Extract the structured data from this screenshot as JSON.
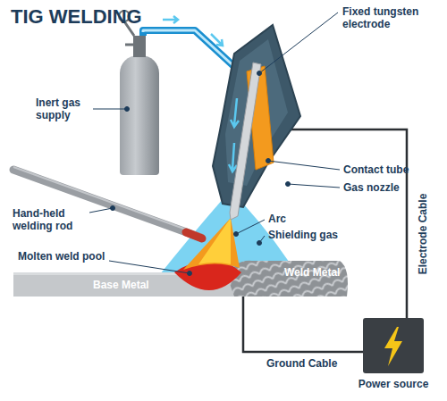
{
  "diagram": {
    "title": "TIG WELDING",
    "nodes": [
      {
        "text": [
          "Power source"
        ]
      }
    ],
    "labels": [
      "Inert gas supply",
      "Fixed tungsten electrode",
      "Contact tube",
      "Gas nozzle",
      "Hand-held welding rod",
      "Arc",
      "Shielding gas",
      "Molten weld pool",
      "Weld Metal",
      "Base Metal",
      "Electrode Cable",
      "Ground Cable"
    ]
  }
}
